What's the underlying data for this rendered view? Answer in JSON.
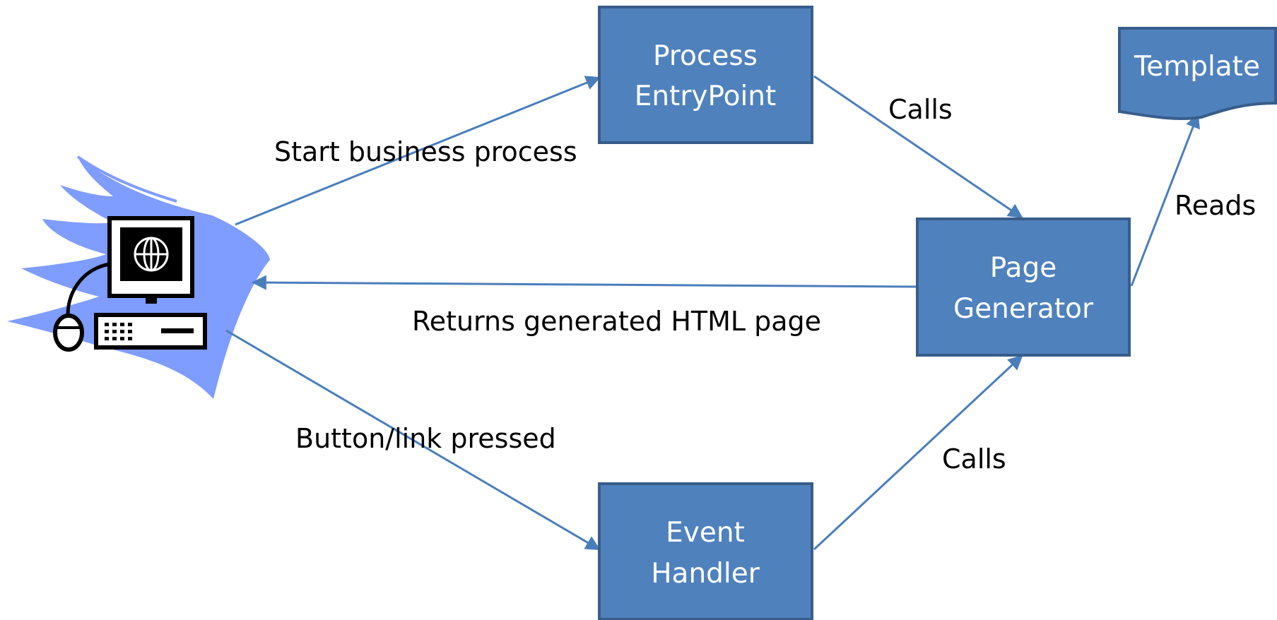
{
  "colors": {
    "box_fill": "#4F81BD",
    "box_stroke": "#385D8A",
    "arrow": "#4A7EBB",
    "text_on_box": "#FFFFFF",
    "label_text": "#000000",
    "swoosh": "#7F9CFF"
  },
  "nodes": {
    "client": {
      "icon": "computer-terminal-icon"
    },
    "process_entry": {
      "lines": [
        "Process",
        "EntryPoint"
      ]
    },
    "page_generator": {
      "lines": [
        "Page",
        "Generator"
      ]
    },
    "event_handler": {
      "lines": [
        "Event",
        "Handler"
      ]
    },
    "template": {
      "label": "Template",
      "icon": "document-shape"
    }
  },
  "edges": {
    "start_process": "Start business process",
    "calls_top": "Calls",
    "reads": "Reads",
    "returns_page": "Returns generated HTML page",
    "button_pressed": "Button/link pressed",
    "calls_bottom": "Calls"
  }
}
